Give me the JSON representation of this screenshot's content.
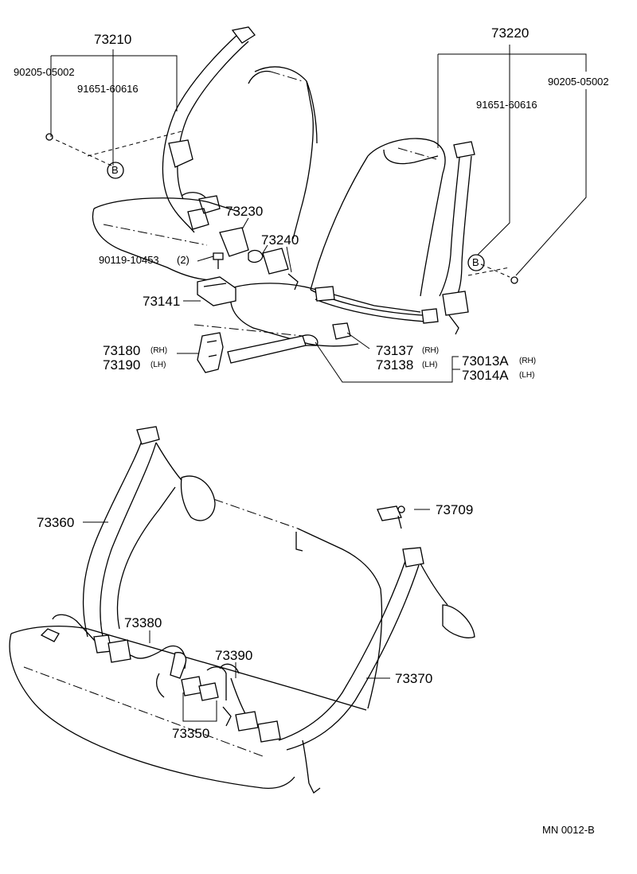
{
  "front": {
    "rh_belt": "73210",
    "lh_belt": "73220",
    "bolt_r": "90205-05002",
    "bolt_l": "90205-05002",
    "nut_r": "91651-60616",
    "nut_l": "91651-60616",
    "ref_b_left": "B",
    "ref_b_right": "B",
    "buckle_1": "73230",
    "buckle_2": "73240",
    "screw": "90119-10453",
    "screw_qty": "(2)",
    "bracket": "73141",
    "anchor_rh": "73180",
    "anchor_lh": "73190",
    "cover_rh": "73137",
    "cover_lh": "73138",
    "assy_rh": "73013A",
    "assy_lh": "73014A",
    "rh_tag": "(RH)",
    "lh_tag": "(LH)"
  },
  "rear": {
    "outer_left": "73360",
    "center": "73380",
    "buckle_a": "73390",
    "buckle_b": "73350",
    "outer_right": "73370",
    "anchor": "73709"
  },
  "footer": {
    "drawing_code": "MN  0012-B"
  }
}
